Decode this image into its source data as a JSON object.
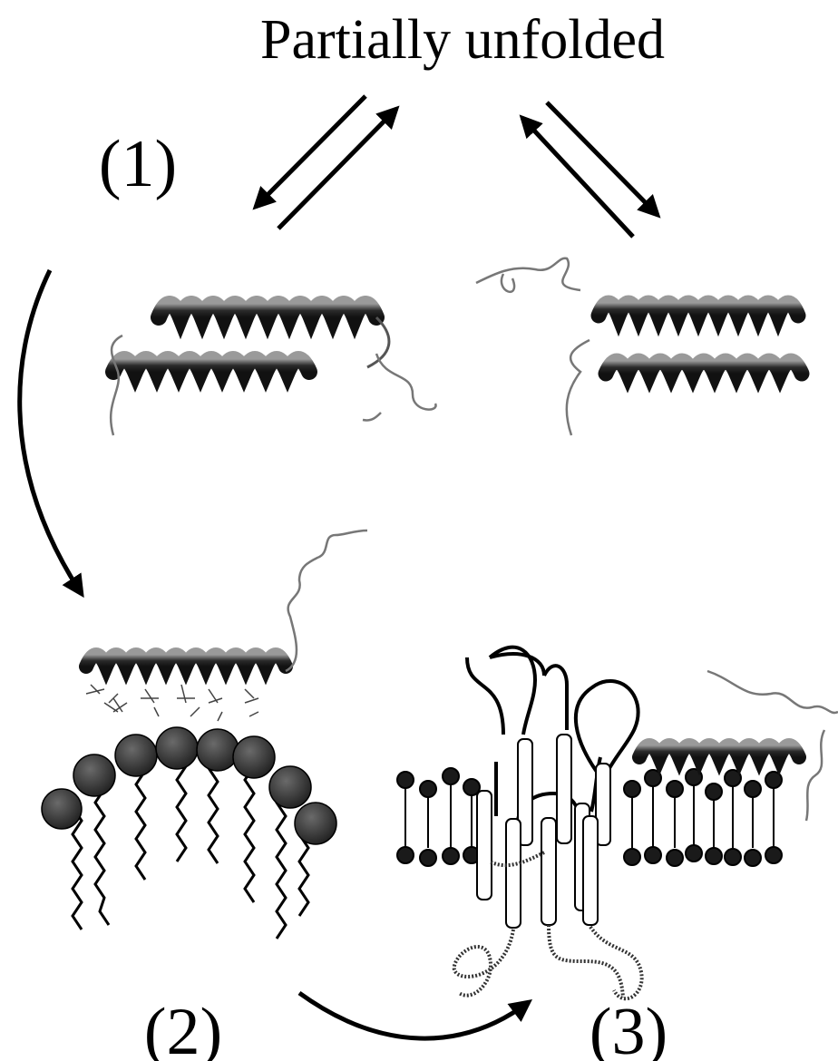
{
  "title": "Partially unfolded",
  "steps": {
    "one": "(1)",
    "two": "(2)",
    "three": "(3)"
  },
  "colors": {
    "ink": "#000000",
    "ribbon_dark": "#2a2a2a",
    "ribbon_light": "#9a9a9a",
    "lipid_head": "#3a3a3a",
    "paper": "#ffffff"
  }
}
